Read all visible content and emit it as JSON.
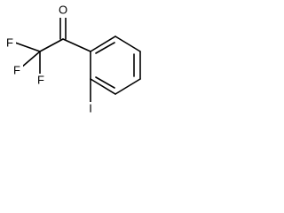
{
  "molecule": {
    "atoms": {
      "oxygen": "O",
      "fluorine_1": "F",
      "fluorine_2": "F",
      "fluorine_3": "F",
      "iodine": "I"
    }
  }
}
